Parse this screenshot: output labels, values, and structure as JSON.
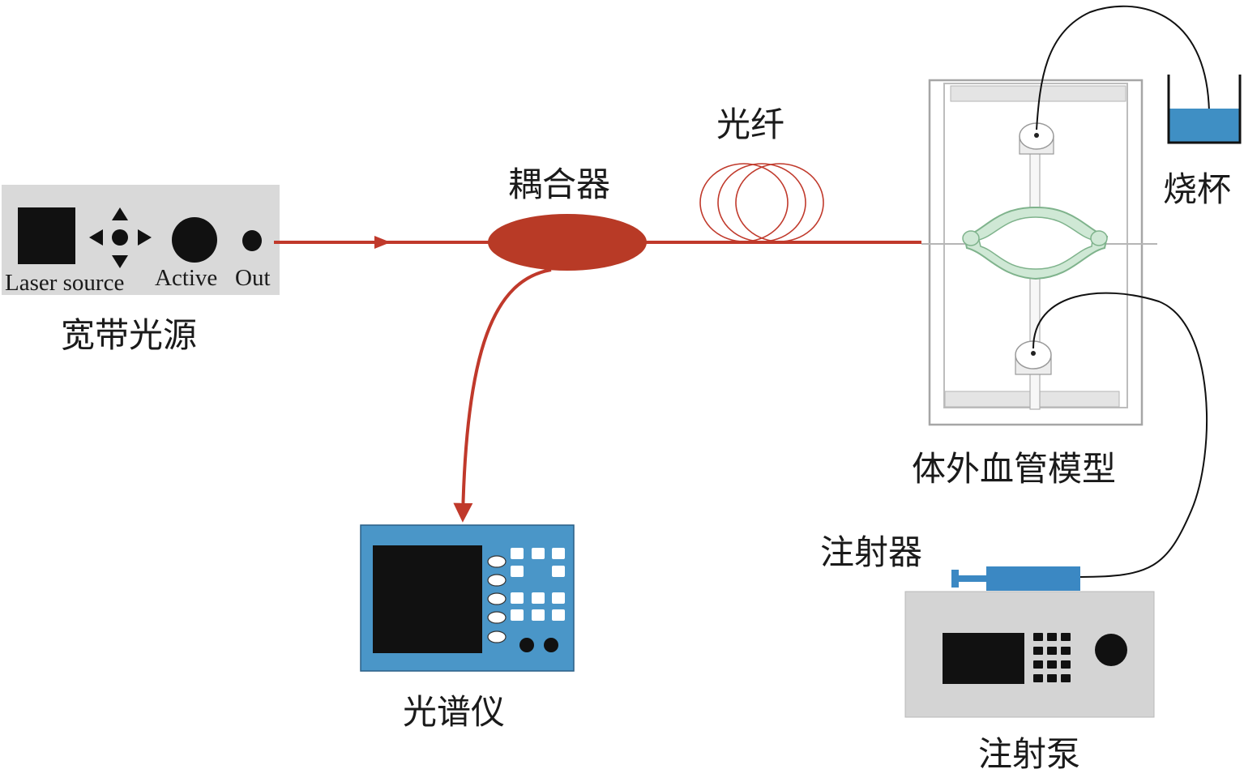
{
  "labels": {
    "laser_source": "Laser source",
    "active": "Active",
    "out": "Out",
    "broadband_source": "宽带光源",
    "coupler": "耦合器",
    "fiber": "光纤",
    "vessel_model": "体外血管模型",
    "beaker": "烧杯",
    "spectrometer": "光谱仪",
    "syringe": "注射器",
    "syringe_pump": "注射泵"
  },
  "colors": {
    "fiber_red": "#c0392b",
    "coupler_fill": "#b83a26",
    "source_panel": "#d9d9d9",
    "spectrometer_body": "#4a96c8",
    "pump_body": "#d4d4d4",
    "water": "#3f8fc4",
    "vessel_green": "#a9d4b4",
    "syringe_blue": "#3b88c3"
  },
  "icons": [
    "square-button-icon",
    "direction-pad-icon",
    "active-knob-icon",
    "output-port-icon",
    "fiber-coil-icon"
  ]
}
